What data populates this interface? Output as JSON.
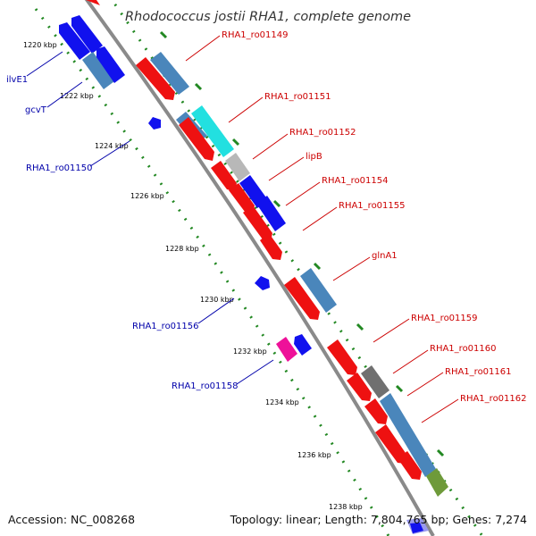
{
  "title": "Rhodococcus jostii RHA1, complete genome",
  "accession": "Accession: NC_008268",
  "summary": "Topology: linear; Length: 7,804,765 bp; Genes: 7,274",
  "kbp_ticks": [
    "1220 kbp",
    "1222 kbp",
    "1224 kbp",
    "1226 kbp",
    "1228 kbp",
    "1230 kbp",
    "1232 kbp",
    "1234 kbp",
    "1236 kbp",
    "1238 kbp"
  ],
  "labels": {
    "forward": [
      "RHA1_ro01149",
      "RHA1_ro01151",
      "RHA1_ro01152",
      "lipB",
      "RHA1_ro01154",
      "RHA1_ro01155",
      "glnA1",
      "RHA1_ro01159",
      "RHA1_ro01160",
      "RHA1_ro01161",
      "RHA1_ro01162"
    ],
    "reverse": [
      "ilvE1",
      "gcvT",
      "RHA1_ro01150",
      "RHA1_ro01156",
      "RHA1_ro01158"
    ]
  },
  "colors": {
    "forward_label": "#cc0000",
    "reverse_label": "#0000aa",
    "cds_forward": "#ee1111",
    "cds_reverse": "#1111ee",
    "steelblue": "#4a86bb",
    "cyan": "#22e0e0",
    "gray": "#b8b8b8",
    "darkgray": "#707070",
    "olive": "#6e9a3a",
    "magenta": "#ee1199",
    "dotted_guide": "#228822",
    "backbone": "#8a8a8a"
  }
}
